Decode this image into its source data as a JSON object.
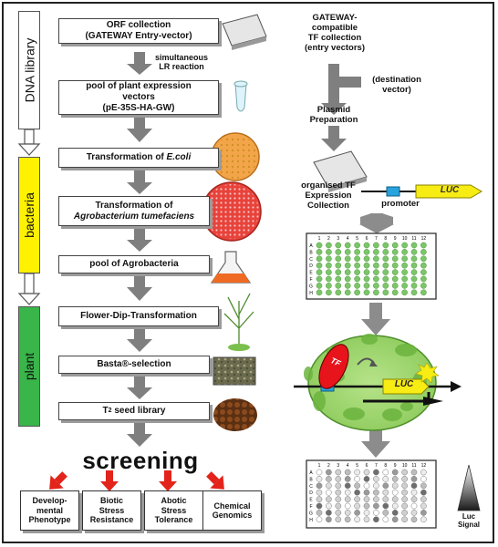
{
  "side_labels": {
    "dna_library": "DNA library",
    "bacteria": "bacteria",
    "plant": "plant"
  },
  "steps": {
    "orf_line1": "ORF collection",
    "orf_line2": "(GATEWAY Entry-vector)",
    "lr_note_line1": "simultaneous",
    "lr_note_line2": "LR reaction",
    "pool_vectors_line1": "pool of plant expression",
    "pool_vectors_line2": "vectors",
    "pool_vectors_line3": "(pE-35S-HA-GW)",
    "transform_ecoli_prefix": "Transformation of ",
    "transform_ecoli_italic": "E.coli",
    "transform_agro_line1": "Transformation of",
    "transform_agro_line2": "Agrobacterium tumefaciens",
    "pool_agro": "pool of Agrobacteria",
    "flower_dip": "Flower-Dip-Transformation",
    "basta": "Basta®-selection",
    "seed_prefix": "T",
    "seed_sub": "2",
    "seed_suffix": " seed library"
  },
  "screening": {
    "title": "screening",
    "outcomes": [
      {
        "line1": "Develop-",
        "line2": "mental",
        "line3": "Phenotype"
      },
      {
        "line1": "Biotic",
        "line2": "Stress",
        "line3": "Resistance"
      },
      {
        "line1": "Abotic",
        "line2": "Stress",
        "line3": "Tolerance"
      },
      {
        "line1": "Chemical",
        "line2": "Genomics",
        "line3": ""
      }
    ]
  },
  "right_panel": {
    "gateway_line1": "GATEWAY-",
    "gateway_line2": "compatible",
    "gateway_line3": "TF collection",
    "gateway_line4": "(entry vectors)",
    "destination_line1": "(destination",
    "destination_line2": "vector)",
    "plasmid_line1": "Plasmid",
    "plasmid_line2": "Preparation",
    "organised_line1": "organised TF",
    "organised_line2": "Expression",
    "organised_line3": "Collection",
    "promoter": "promoter",
    "luc": "LUC",
    "tf": "TF",
    "plate_columns": [
      "1",
      "2",
      "3",
      "4",
      "5",
      "6",
      "7",
      "8",
      "9",
      "10",
      "11",
      "12"
    ],
    "plate_rows": [
      "A",
      "B",
      "C",
      "D",
      "E",
      "F",
      "G",
      "H"
    ],
    "luc_signal_line1": "Luc",
    "luc_signal_line2": "Signal"
  },
  "colors": {
    "dna_library": "#ffffff",
    "bacteria": "#fff200",
    "plant": "#39b54a",
    "arrow_gray": "#7f7f7f",
    "screen_arrow": "#e3241b",
    "well_green": "#7cc56a",
    "cell_green": "#a6d96a",
    "tf_red": "#e8141b",
    "luc_yellow": "#f7ec13",
    "promoter_blue": "#29a3dd"
  }
}
